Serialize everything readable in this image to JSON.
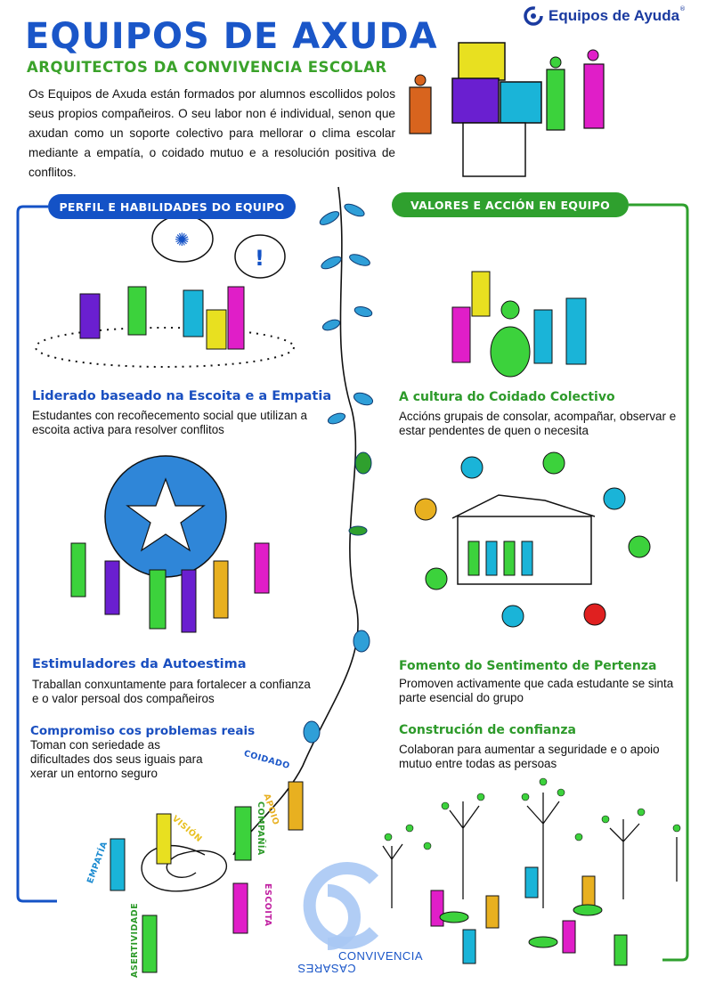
{
  "header": {
    "title": "EQUIPOS DE AXUDA",
    "subtitle": "ARQUITECTOS DA CONVIVENCIA ESCOLAR",
    "intro": "Os Equipos de Axuda están formados por alumnos escollidos polos seus propios compañeiros. O seu labor non é individual, senon que axudan como un soporte colectivo para mellorar o clima escolar mediante a empatía, o coidado mutuo e a resolución positiva de conflitos."
  },
  "logo": {
    "text": "Equipos de Ayuda",
    "mark": "®"
  },
  "left_section": {
    "label": "PERFIL E HABILIDADES DO EQUIPO",
    "items": [
      {
        "heading": "Liderado baseado na Escoita e a Empatia",
        "text": "Estudantes con recoñecemento social que utilizan a escoita activa para resolver conflitos"
      },
      {
        "heading": "Estimuladores da Autoestima",
        "text": "Traballan conxuntamente para fortalecer a confianza e o valor persoal dos compañeiros"
      },
      {
        "heading": "Compromiso  cos  problemas reais",
        "text": "Toman con seriedade as dificultades dos seus iguais para xerar un entorno seguro"
      }
    ]
  },
  "right_section": {
    "label": "VALORES E ACCIÓN EN EQUIPO",
    "items": [
      {
        "heading": "A cultura do  Coidado Colectivo",
        "text": "Accións grupais de consolar,  acompañar, observar e estar pendentes de quen o necesita"
      },
      {
        "heading": "Fomento do Sentimento de Pertenza",
        "text": "Promoven activamente que cada estudante se sinta parte esencial do grupo"
      },
      {
        "heading": "Construción de confianza",
        "text": "Colaboran para aumentar a seguridade e o apoio mutuo entre todas as persoas"
      }
    ]
  },
  "values_words": {
    "coidado": "COIDADO",
    "apoio": "APOIO",
    "compania": "COMPAÑÍA",
    "vision": "VISIÓN",
    "empatia": "EMPATÍA",
    "escoita": "ESCOITA",
    "asertividade": "ASERTIVIDADE"
  },
  "footer_logo": {
    "line1": "CONVIVENCIA",
    "line2": "CASARES"
  },
  "colors": {
    "blue": "#1452c6",
    "green": "#2fa02e",
    "yellow": "#e8e020",
    "magenta": "#e01ec8",
    "purple": "#6a1fd0",
    "cyan": "#1ab4d8",
    "lime": "#3cd23c"
  }
}
